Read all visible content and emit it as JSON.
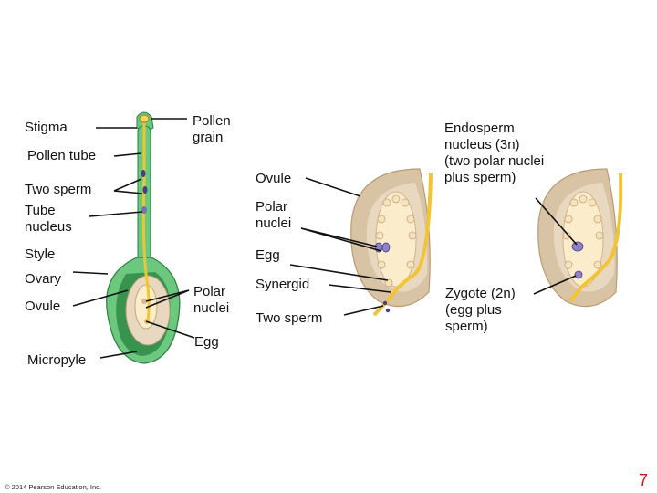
{
  "labels": {
    "stigma": "Stigma",
    "pollen_tube": "Pollen tube",
    "two_sperm_left": "Two sperm",
    "tube_nucleus": "Tube\nnucleus",
    "style": "Style",
    "ovary": "Ovary",
    "ovule_left": "Ovule",
    "micropyle": "Micropyle",
    "pollen_grain": "Pollen\ngrain",
    "polar_nuclei_left": "Polar\nnuclei",
    "egg_left": "Egg",
    "ovule_mid": "Ovule",
    "polar_nuclei_mid": "Polar\nnuclei",
    "egg_mid": "Egg",
    "synergid": "Synergid",
    "two_sperm_mid": "Two sperm",
    "endosperm_nucleus": "Endosperm\nnucleus (3n)\n(two polar nuclei\nplus sperm)",
    "zygote": "Zygote (2n)\n(egg plus\nsperm)"
  },
  "footer": {
    "copyright": "© 2014 Pearson Education, Inc.",
    "page_number": "7"
  },
  "colors": {
    "pistil_green": "#5bbf72",
    "pistil_dark": "#2e7d3e",
    "ovule_tan": "#d9c3a5",
    "embryo_sac": "#fbeccb",
    "pollen_tube": "#f2c433",
    "nucleus_purple": "#7a6fb0"
  }
}
